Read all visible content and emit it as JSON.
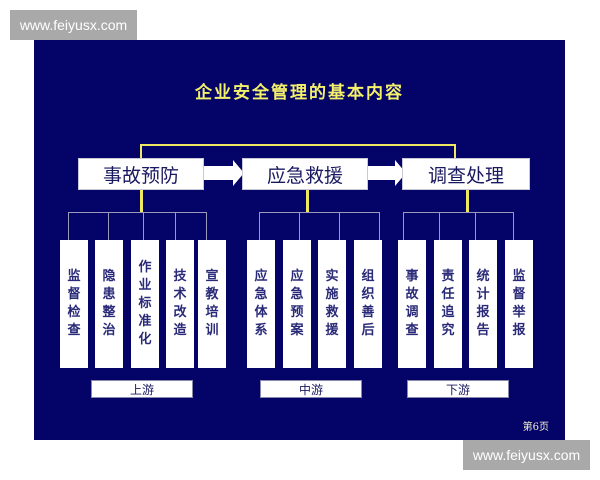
{
  "watermark": {
    "text": "www.feiyusx.com"
  },
  "slide": {
    "title": "企业安全管理的基本内容",
    "page_label": "第6页",
    "colors": {
      "background": "#040468",
      "title": "#f3f06a",
      "connector": "#f0e860",
      "box": "#ffffff",
      "box_text": "#1a1a60"
    },
    "groups": [
      {
        "label": "事故预防",
        "stage": "上游",
        "items": [
          "监督检查",
          "隐患整治",
          "作业标准化",
          "技术改造",
          "宣教培训"
        ]
      },
      {
        "label": "应急救援",
        "stage": "中游",
        "items": [
          "应急体系",
          "应急预案",
          "实施救援",
          "组织善后"
        ]
      },
      {
        "label": "调查处理",
        "stage": "下游",
        "items": [
          "事故调查",
          "责任追究",
          "统计报告",
          "监督举报"
        ]
      }
    ]
  }
}
